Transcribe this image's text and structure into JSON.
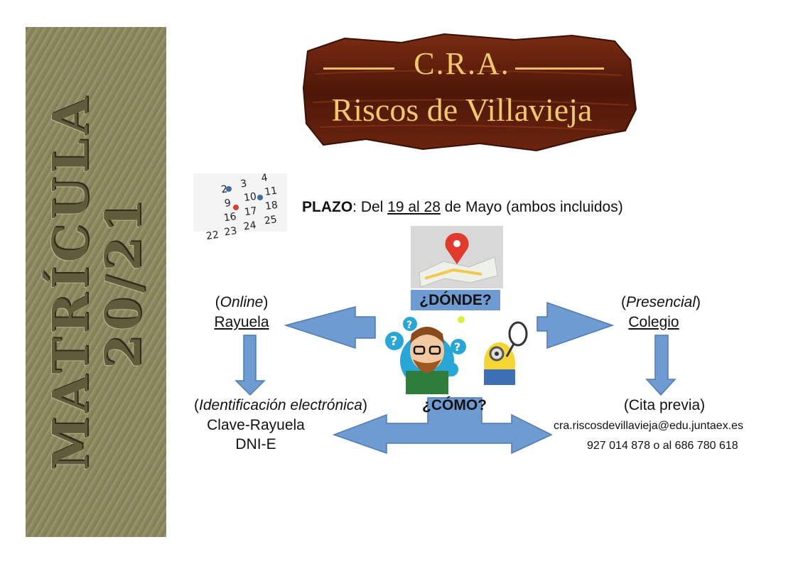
{
  "banner": {
    "line1": "MATRÍCULA",
    "line2": "20/21"
  },
  "logo": {
    "title": "C.R.A.",
    "subtitle": "Riscos de Villavieja"
  },
  "plazo": {
    "label": "PLAZO",
    "text_a": ": Del ",
    "dates": "19 al 28",
    "text_b": " de Mayo (ambos incluidos)"
  },
  "calendar": {
    "numbers": [
      "2",
      "3",
      "4",
      "9",
      "10",
      "11",
      "16",
      "17",
      "18",
      "22",
      "23",
      "24",
      "25"
    ]
  },
  "donde": "¿DÓNDE?",
  "como": "¿CÓMO?",
  "online": {
    "paren_open": "(",
    "mode": "Online",
    "paren_close": ")",
    "place": "Rayuela",
    "requirement": "Identificación electrónica",
    "items": [
      "Clave-Rayuela",
      "DNI-E"
    ]
  },
  "presencial": {
    "paren_open": "(",
    "mode": "Presencial",
    "paren_close": ")",
    "place": "Colegio",
    "requirement": "(Cita previa)",
    "email": "cra.riscosdevillavieja@edu.juntaex.es",
    "phones": "927 014 878 o al 686 780 618"
  },
  "colors": {
    "arrow": "#6f9bd3",
    "arrow_stroke": "#4f7bb3",
    "logo_text": "#f1c86a",
    "logo_wood": "#5a1d0c"
  }
}
